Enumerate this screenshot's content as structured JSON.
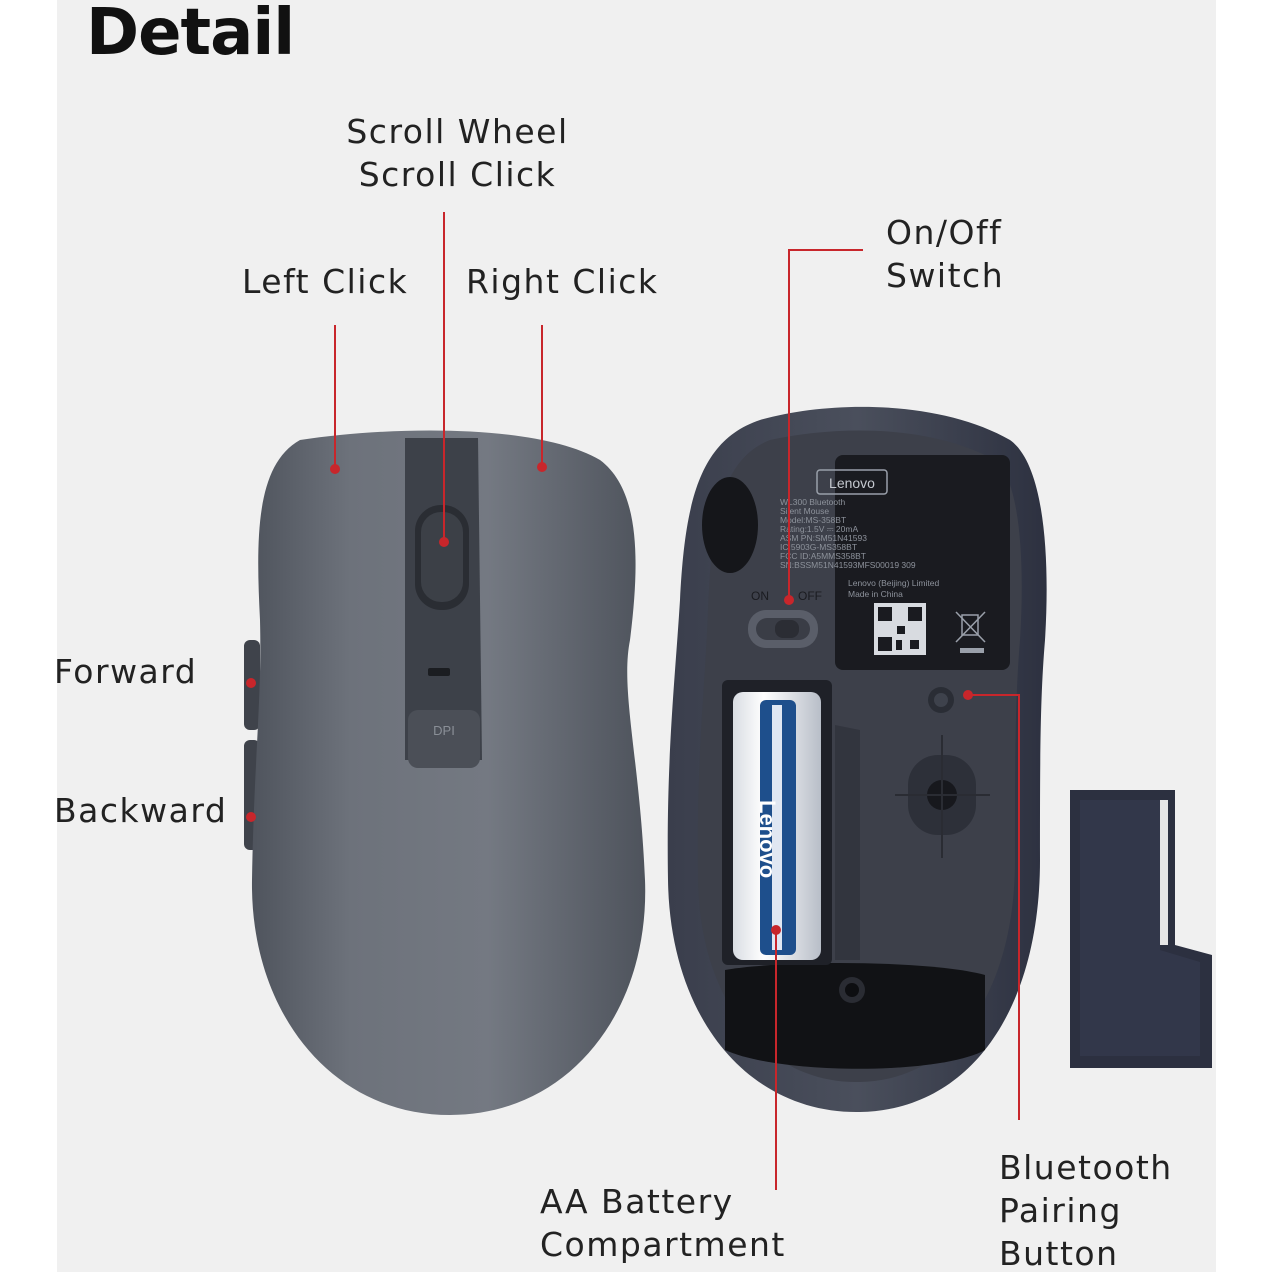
{
  "title": "Detail",
  "labels": {
    "scroll_wheel": "Scroll Wheel",
    "scroll_click": "Scroll Click",
    "left_click": "Left Click",
    "right_click": "Right Click",
    "on_off_1": "On/Off",
    "on_off_2": "Switch",
    "forward": "Forward",
    "backward": "Backward",
    "battery_1": "AA Battery",
    "battery_2": "Compartment",
    "bluetooth_1": "Bluetooth",
    "bluetooth_2": "Pairing",
    "bluetooth_3": "Button"
  },
  "product": {
    "brand": "Lenovo",
    "spec_lines": [
      "WL300 Bluetooth",
      "Silent Mouse",
      "Model:MS-358BT",
      "Rating:1.5V ⎓ 20mA",
      "ASM PN:SM51N41593",
      "IC:5903G-MS358BT",
      "FCC ID:A5MMS358BT",
      "SN:BSSM51N41593MFS00019 309"
    ],
    "maker_line1": "Lenovo (Beijing) Limited",
    "maker_line2": "Made in China",
    "switch_on": "ON",
    "switch_off": "OFF",
    "dpi_label": "DPI",
    "battery_brand": "Lenovo"
  },
  "colors": {
    "accent": "#c8262b",
    "mouse_top": "#6f747d",
    "mouse_bottom_shell": "#2c3040",
    "panel_bg": "#f0f0f0"
  }
}
